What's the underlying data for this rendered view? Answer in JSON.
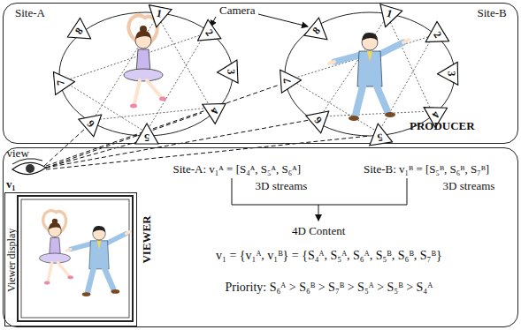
{
  "diagram": {
    "nodes": [
      {
        "text": [
          "Site-A",
          "Site-B",
          "PRODUCER"
        ]
      },
      {
        "text": [
          "1"
        ],
        "in": 0
      },
      {
        "text": [
          "2"
        ],
        "in": 0
      },
      {
        "text": [
          "3"
        ],
        "in": 0
      },
      {
        "text": [
          "4"
        ],
        "in": 0
      },
      {
        "text": [
          "5"
        ],
        "in": 0
      },
      {
        "text": [
          "6"
        ],
        "in": 0
      },
      {
        "text": [
          "7"
        ],
        "in": 0
      },
      {
        "text": [
          "8"
        ],
        "in": 0
      },
      {
        "text": [
          "1"
        ],
        "in": 0
      },
      {
        "text": [
          "2"
        ],
        "in": 0
      },
      {
        "text": [
          "3"
        ],
        "in": 0
      },
      {
        "text": [
          "4"
        ],
        "in": 0
      },
      {
        "text": [
          "5"
        ],
        "in": 0
      },
      {
        "text": [
          "6"
        ],
        "in": 0
      },
      {
        "text": [
          "7"
        ],
        "in": 0
      },
      {
        "text": [
          "8"
        ],
        "in": 0
      },
      {
        "text": [
          "VIEWER"
        ]
      },
      {
        "text": [
          "Viewer display"
        ],
        "in": 17
      }
    ],
    "labels": [
      "Camera",
      "view",
      "v₁",
      "Site-A: v₁ᴬ = [S₄ᴬ, S₅ᴬ, S₆ᴬ]",
      "3D streams",
      "Site-B: v₁ᴮ = [S₅ᴮ, S₆ᴮ, S₇ᴮ]",
      "3D streams",
      "4D Content",
      "v₁ = {v₁ᴬ, v₁ᴮ} = {S₄ᴬ, S₅ᴬ, S₆ᴬ, S₅ᴮ, S₆ᴮ, S₇ᴮ}",
      "Priority: S₆ᴬ > S₆ᴮ > S₇ᴮ > S₅ᴬ > S₅ᴮ > S₄ᴬ"
    ]
  }
}
